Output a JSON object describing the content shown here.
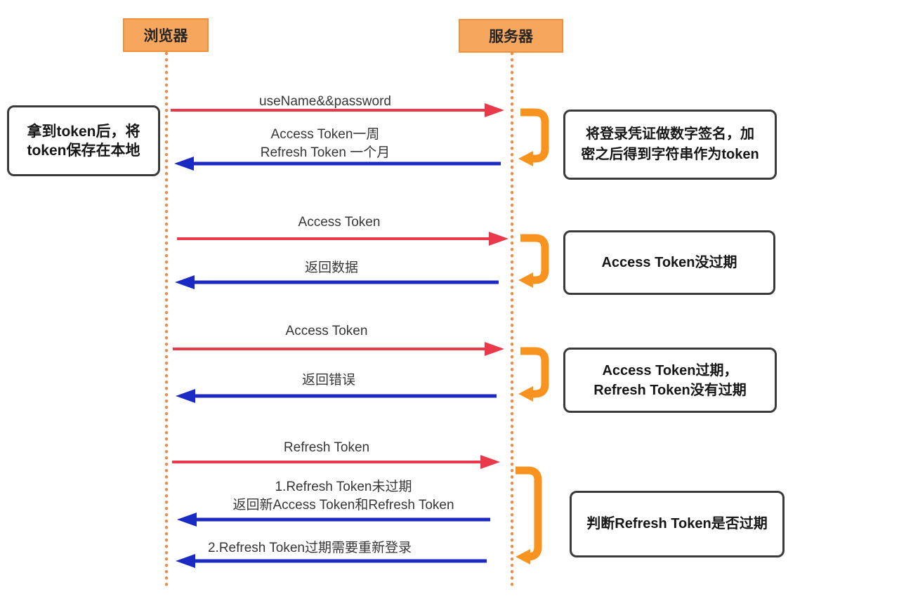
{
  "colors": {
    "orange": "#F7931E",
    "orange_box_fill": "#F7A75D",
    "orange_box_border": "#F0903C",
    "lifeline_orange": "#F08A42",
    "red": "#E9394B",
    "blue": "#1B2AC3",
    "note_border": "#3A3A3A"
  },
  "actors": [
    {
      "id": "browser",
      "label": "浏览器"
    },
    {
      "id": "server",
      "label": "服务器"
    }
  ],
  "left_note": {
    "lines": [
      "拿到token后，将",
      "token保存在本地"
    ]
  },
  "right_notes": [
    {
      "lines": [
        "将登录凭证做数字签名，加",
        "密之后得到字符串作为token"
      ]
    },
    {
      "lines": [
        "Access Token没过期"
      ]
    },
    {
      "lines": [
        "Access Token过期，",
        "Refresh Token没有过期"
      ]
    },
    {
      "lines": [
        "判断Refresh Token是否过期"
      ]
    }
  ],
  "messages": [
    {
      "from": "browser",
      "to": "server",
      "color": "red",
      "lines": [
        "useName&&password"
      ]
    },
    {
      "from": "server",
      "to": "browser",
      "color": "blue",
      "lines": [
        "Access Token一周",
        "Refresh Token 一个月"
      ]
    },
    {
      "from": "browser",
      "to": "server",
      "color": "red",
      "lines": [
        "Access Token"
      ]
    },
    {
      "from": "server",
      "to": "browser",
      "color": "blue",
      "lines": [
        "返回数据"
      ]
    },
    {
      "from": "browser",
      "to": "server",
      "color": "red",
      "lines": [
        "Access Token"
      ]
    },
    {
      "from": "server",
      "to": "browser",
      "color": "blue",
      "lines": [
        "返回错误"
      ]
    },
    {
      "from": "browser",
      "to": "server",
      "color": "red",
      "lines": [
        "Refresh Token"
      ]
    },
    {
      "from": "server",
      "to": "browser",
      "color": "blue",
      "lines": [
        "1.Refresh Token未过期",
        "返回新Access Token和Refresh Token"
      ]
    },
    {
      "from": "server",
      "to": "browser",
      "color": "blue",
      "lines": [
        "2.Refresh Token过期需要重新登录"
      ]
    }
  ]
}
